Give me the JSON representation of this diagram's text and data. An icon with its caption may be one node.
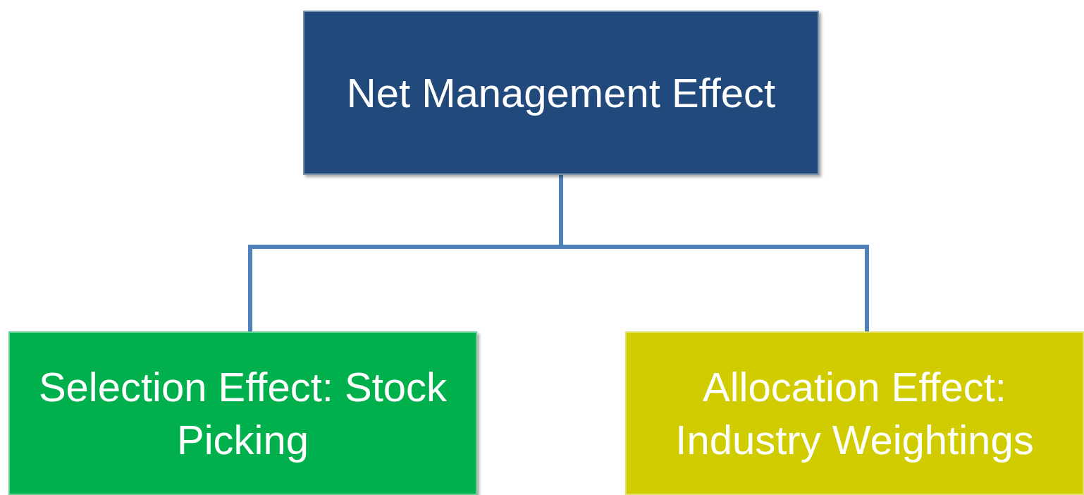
{
  "diagram": {
    "nodes": [
      {
        "text": [
          "Net Management Effect"
        ]
      },
      {
        "text": [
          "Selection Effect: Stock Picking"
        ]
      },
      {
        "text": [
          "Allocation Effect: Industry Weightings"
        ]
      }
    ],
    "edges": [
      {
        "from": 0,
        "to": 1,
        "arrow": "none"
      },
      {
        "from": 0,
        "to": 2,
        "arrow": "none"
      }
    ]
  }
}
